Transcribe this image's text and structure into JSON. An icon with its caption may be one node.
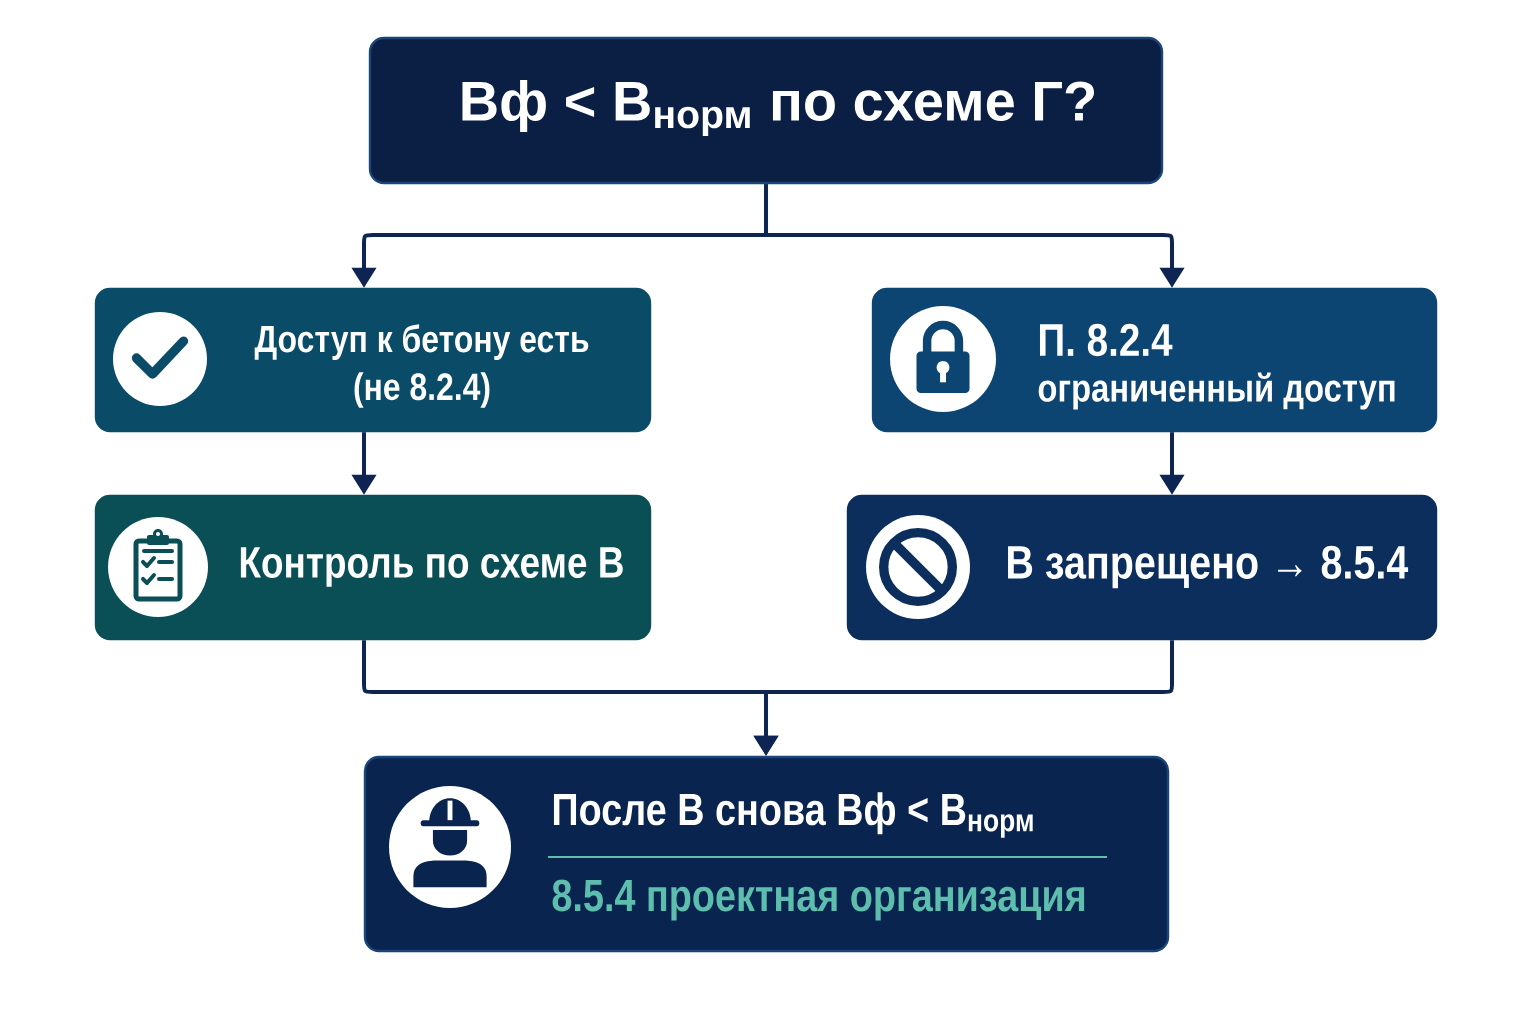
{
  "diagram": {
    "nodes": [
      {
        "text": [
          "Вф < В$_{норм}$ по схеме Г?"
        ]
      },
      {
        "text": [
          "Доступ к бетону есть (не 8.2.4)"
        ]
      },
      {
        "text": [
          "П. 8.2.4",
          "ограниченный доступ"
        ]
      },
      {
        "text": [
          "Контроль по схеме В"
        ]
      },
      {
        "text": [
          "В запрещено → 8.5.4"
        ]
      },
      {
        "text": [
          "После В снова Вф < В$_{норм}$",
          "8.5.4 проектная организация"
        ]
      }
    ],
    "edges": [
      {
        "from": 0,
        "to": 1,
        "arrow": "to"
      },
      {
        "from": 0,
        "to": 2,
        "arrow": "to"
      },
      {
        "from": 1,
        "to": 3,
        "arrow": "to"
      },
      {
        "from": 2,
        "to": 4,
        "arrow": "to"
      },
      {
        "from": 3,
        "to": 5,
        "arrow": "to"
      },
      {
        "from": 4,
        "to": 5,
        "arrow": "to"
      }
    ]
  }
}
